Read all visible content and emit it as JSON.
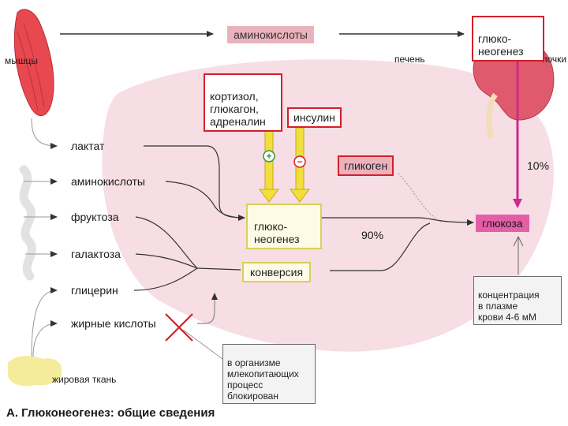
{
  "labels": {
    "muscle": "мышцы",
    "liver": "печень",
    "kidney": "почки",
    "adipose": "жировая ткань",
    "amino_top": "аминокислоты",
    "gng_kidney": "глюко-\nнеогенез",
    "hormones": "кортизол,\nглюкагон,\nадреналин",
    "insulin": "инсулин",
    "plus": "+",
    "minus": "−",
    "glycogen": "гликоген",
    "gng_liver": "глюко-\nнеогенез",
    "conversion": "конверсия",
    "glucose": "глюкоза",
    "pct90": "90%",
    "pct10": "10%",
    "concentration": "концентрация\nв плазме\nкрови 4-6 мМ",
    "blocked_note": "в организме\nмлекопитающих\nпроцесс\nблокирован",
    "caption": "А. Глюконеогенез: общие сведения"
  },
  "substrates": [
    "лактат",
    "аминокислоты",
    "фруктоза",
    "галактоза",
    "глицерин",
    "жирные кислоты"
  ],
  "colors": {
    "liver": "#f7dde4",
    "muscle": "#e8484f",
    "kidney": "#e05a6e",
    "red": "#d3202a",
    "yellow_arrow": "#f1df3d",
    "magenta": "#cc2a8c",
    "pink_box": "#eab2bd",
    "line": "#333333",
    "note_line": "#999999"
  }
}
